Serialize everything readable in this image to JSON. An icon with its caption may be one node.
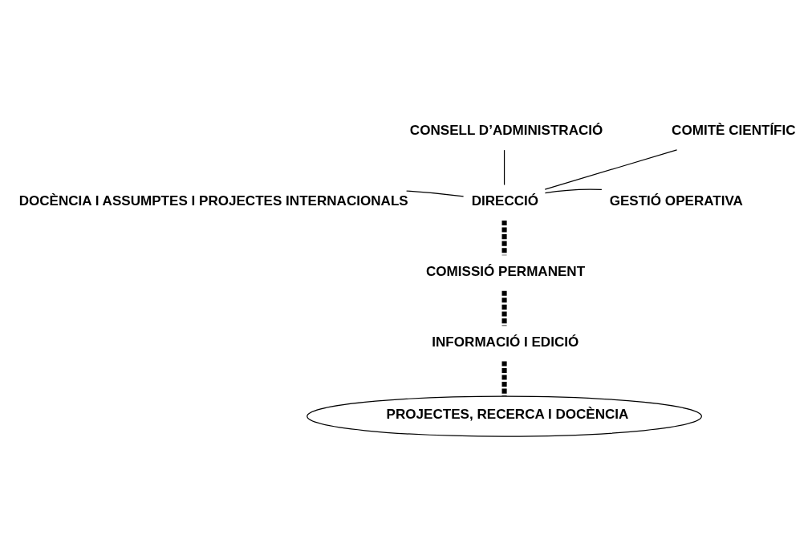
{
  "diagram": {
    "nodes": [
      {
        "text": [
          "CONSELL D’ADMINISTRACIÓ"
        ]
      },
      {
        "text": [
          "COMITÈ CIENTÍFIC"
        ]
      },
      {
        "text": [
          "DOCÈNCIA I ASSUMPTES I PROJECTES INTERNACIONALS"
        ]
      },
      {
        "text": [
          "DIRECCIÓ"
        ]
      },
      {
        "text": [
          "GESTIÓ OPERATIVA"
        ]
      },
      {
        "text": [
          "COMISSIÓ PERMANENT"
        ]
      },
      {
        "text": [
          "INFORMACIÓ I EDICIÓ"
        ]
      },
      {
        "text": [
          "PROJECTES, RECERCA I DOCÈNCIA"
        ]
      }
    ],
    "edges": [
      {
        "from": 0,
        "to": 3,
        "arrow": "none"
      },
      {
        "from": 3,
        "to": 1,
        "arrow": "none"
      },
      {
        "from": 2,
        "to": 3,
        "arrow": "none"
      },
      {
        "from": 3,
        "to": 4,
        "arrow": "none"
      },
      {
        "from": 3,
        "to": 5,
        "arrow": "none",
        "style": "dashed"
      },
      {
        "from": 5,
        "to": 6,
        "arrow": "none",
        "style": "dashed"
      },
      {
        "from": 6,
        "to": 7,
        "arrow": "none",
        "style": "dashed"
      }
    ]
  }
}
